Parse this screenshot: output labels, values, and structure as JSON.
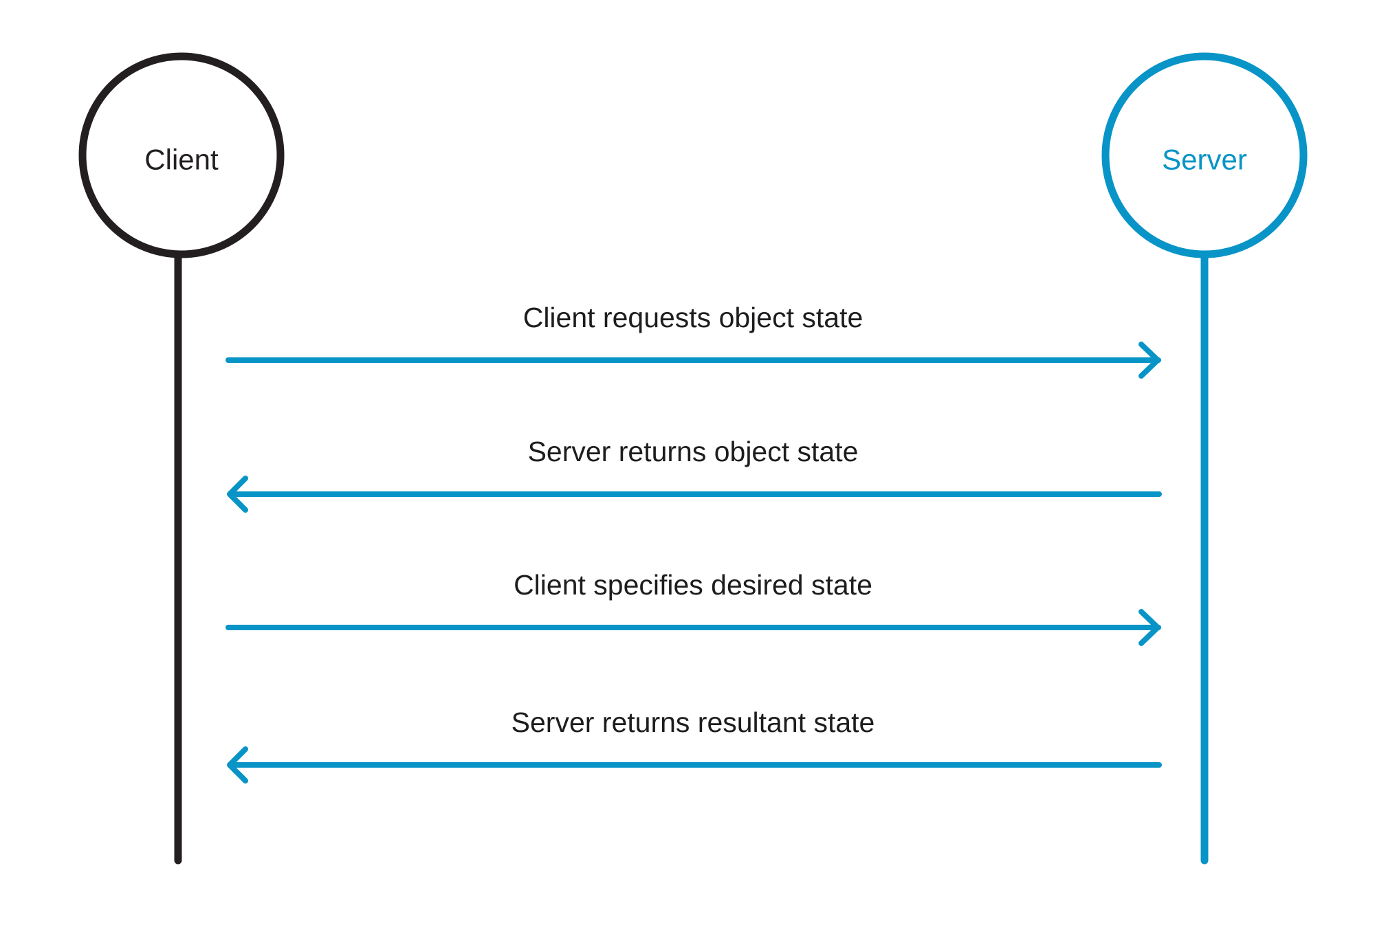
{
  "participants": {
    "client": {
      "label": "Client",
      "color": "#231f20"
    },
    "server": {
      "label": "Server",
      "color": "#0894c7"
    }
  },
  "messages": [
    {
      "label": "Client requests object state",
      "direction": "client-to-server"
    },
    {
      "label": "Server returns object state",
      "direction": "server-to-client"
    },
    {
      "label": "Client specifies desired state",
      "direction": "client-to-server"
    },
    {
      "label": "Server returns resultant state",
      "direction": "server-to-client"
    }
  ],
  "colors": {
    "arrow": "#0894c7",
    "text": "#1d1d1f",
    "background": "#ffffff"
  }
}
